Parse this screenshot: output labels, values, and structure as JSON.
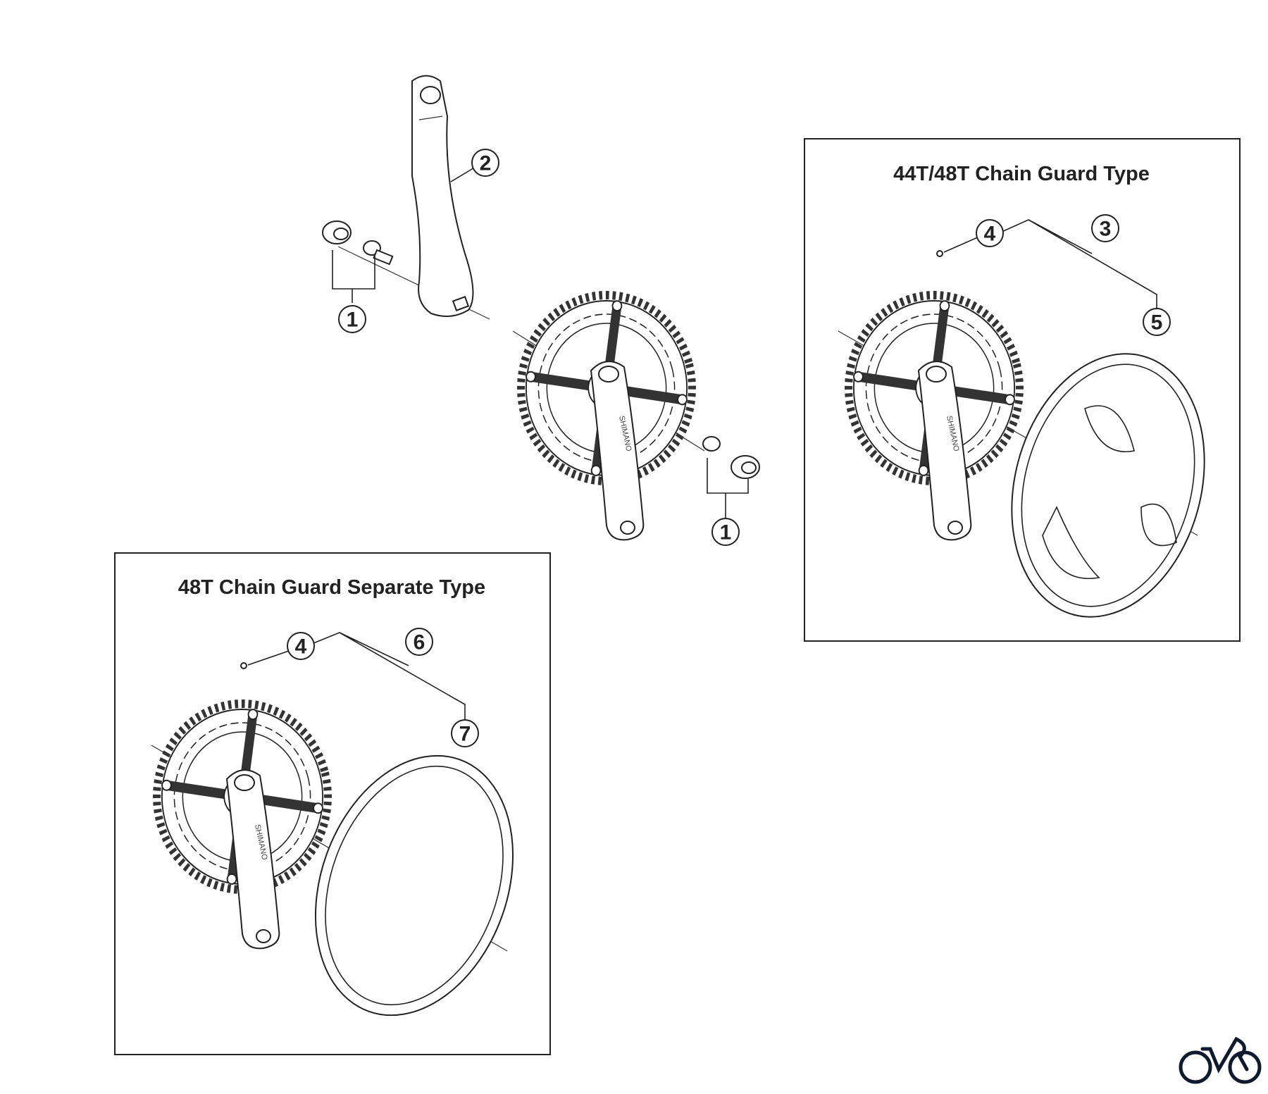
{
  "diagram": {
    "boxes": [
      {
        "title": "44T/48T Chain Guard Type"
      },
      {
        "title": "48T Chain Guard Separate Type"
      }
    ],
    "callouts": [
      "1",
      "2",
      "1",
      "4",
      "3",
      "5",
      "4",
      "6",
      "7"
    ],
    "crank_brand": "SHIMANO",
    "colors": {
      "line": "#222222",
      "logo": "#0f1a2e"
    },
    "logo_icon": "bicycle-logo-icon"
  }
}
